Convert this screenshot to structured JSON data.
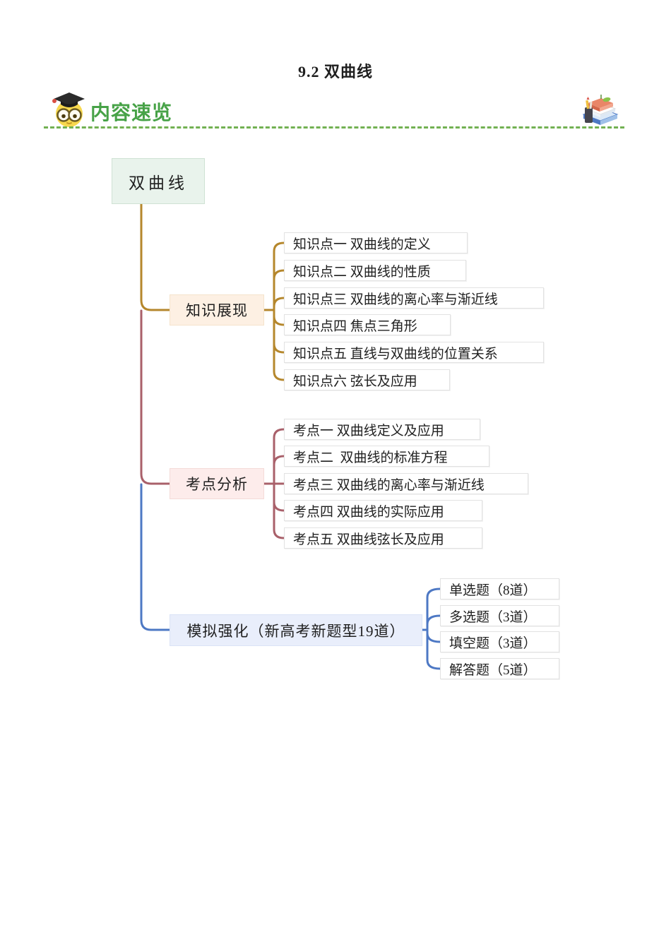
{
  "page": {
    "title": "9.2 双曲线"
  },
  "header": {
    "label": "内容速览",
    "accent_green": "#47a247",
    "dash_green": "#72b152",
    "left_icon": "owl-scholar-icon",
    "right_icon": "books-stack-icon"
  },
  "mindmap": {
    "root": {
      "label": "双曲线",
      "bg": "#e9f3ec"
    },
    "branches": [
      {
        "label": "知识展现",
        "bg": "#fdf0e3",
        "line_color": "#b5872c",
        "children": [
          "知识点一 双曲线的定义",
          "知识点二 双曲线的性质",
          "知识点三 双曲线的离心率与渐近线",
          "知识点四 焦点三角形",
          "知识点五 直线与双曲线的位置关系",
          "知识点六 弦长及应用"
        ]
      },
      {
        "label": "考点分析",
        "bg": "#fdeceb",
        "line_color": "#a9606a",
        "children": [
          "考点一 双曲线定义及应用",
          "考点二  双曲线的标准方程",
          "考点三 双曲线的离心率与渐近线",
          "考点四 双曲线的实际应用",
          "考点五 双曲线弦长及应用"
        ]
      },
      {
        "label": "模拟强化（新高考新题型19道）",
        "bg": "#e9eefb",
        "line_color": "#4d78c4",
        "children": [
          "单选题（8道）",
          "多选题（3道）",
          "填空题（3道）",
          "解答题（5道）"
        ]
      }
    ]
  }
}
